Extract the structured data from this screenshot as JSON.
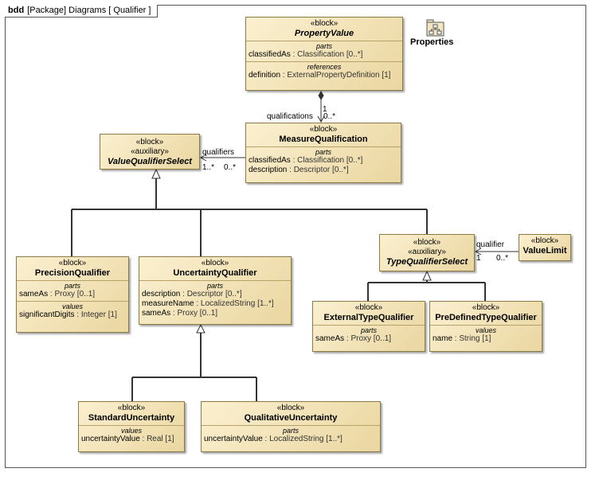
{
  "frame": {
    "kind": "bdd",
    "label": "[Package] Diagrams [ Qualifier ]"
  },
  "package_ref": {
    "name": "Properties",
    "icon": "package-diagram-icon"
  },
  "blocks": {
    "property_value": {
      "stereotype": "«block»",
      "name": "PropertyValue",
      "parts_title": "parts",
      "parts": [
        {
          "name": "classifiedAs",
          "type": " : Classification [0..*]"
        }
      ],
      "references_title": "references",
      "references": [
        {
          "name": "definition",
          "type": " : ExternalPropertyDefinition [1]"
        }
      ]
    },
    "measure_qualification": {
      "stereotype": "«block»",
      "name": "MeasureQualification",
      "parts_title": "parts",
      "parts": [
        {
          "name": "classifiedAs",
          "type": " : Classification [0..*]"
        },
        {
          "name": "description",
          "type": " : Descriptor [0..*]"
        }
      ]
    },
    "value_qualifier_select": {
      "stereotype": "«block»",
      "stereotype2": "«auxiliary»",
      "name": "ValueQualifierSelect"
    },
    "precision_qualifier": {
      "stereotype": "«block»",
      "name": "PrecisionQualifier",
      "parts_title": "parts",
      "parts": [
        {
          "name": "sameAs",
          "type": " : Proxy [0..1]"
        }
      ],
      "values_title": "values",
      "values": [
        {
          "name": "significantDigits",
          "type": " : Integer [1]"
        }
      ]
    },
    "uncertainty_qualifier": {
      "stereotype": "«block»",
      "name": "UncertaintyQualifier",
      "parts_title": "parts",
      "parts": [
        {
          "name": "description",
          "type": " : Descriptor [0..*]"
        },
        {
          "name": "measureName",
          "type": " : LocalizedString [1..*]"
        },
        {
          "name": "sameAs",
          "type": " : Proxy [0..1]"
        }
      ]
    },
    "type_qualifier_select": {
      "stereotype": "«block»",
      "stereotype2": "«auxiliary»",
      "name": "TypeQualifierSelect"
    },
    "value_limit": {
      "stereotype": "«block»",
      "name": "ValueLimit"
    },
    "external_type_qualifier": {
      "stereotype": "«block»",
      "name": "ExternalTypeQualifier",
      "parts_title": "parts",
      "parts": [
        {
          "name": "sameAs",
          "type": " : Proxy [0..1]"
        }
      ]
    },
    "predefined_type_qualifier": {
      "stereotype": "«block»",
      "name": "PreDefinedTypeQualifier",
      "values_title": "values",
      "values": [
        {
          "name": "name",
          "type": " : String [1]"
        }
      ]
    },
    "standard_uncertainty": {
      "stereotype": "«block»",
      "name": "StandardUncertainty",
      "values_title": "values",
      "values": [
        {
          "name": "uncertaintyValue",
          "type": " : Real [1]"
        }
      ]
    },
    "qualitative_uncertainty": {
      "stereotype": "«block»",
      "name": "QualitativeUncertainty",
      "parts_title": "parts",
      "parts": [
        {
          "name": "uncertaintyValue",
          "type": " : LocalizedString [1..*]"
        }
      ]
    }
  },
  "associations": {
    "qualifications": {
      "role": "qualifications",
      "source_mult": "1",
      "target_mult": "0..*"
    },
    "qualifiers": {
      "role": "qualifiers",
      "source_mult": "1..*",
      "target_mult": "0..*"
    },
    "qualifier": {
      "role": "qualifier",
      "source_mult": "1",
      "target_mult": "0..*"
    }
  }
}
